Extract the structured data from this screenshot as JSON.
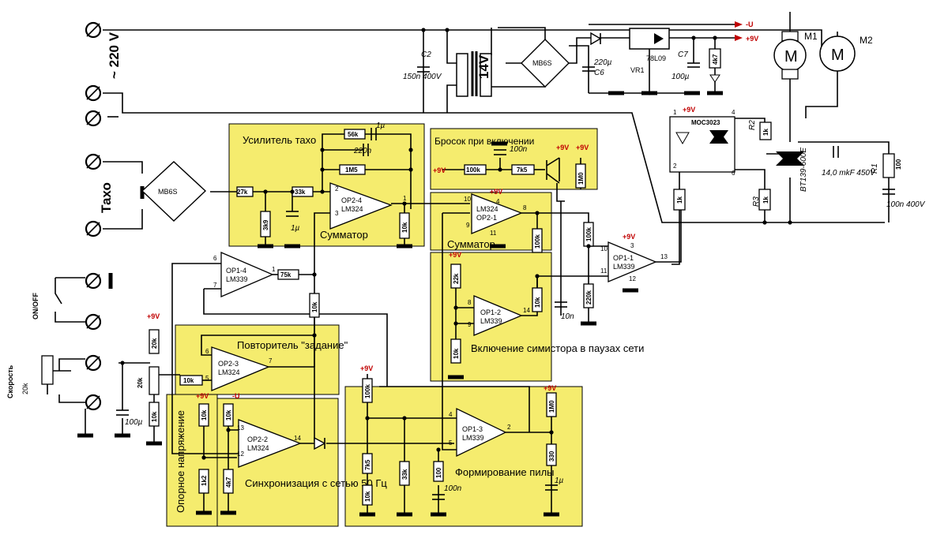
{
  "terminals": {
    "mains_label": "~ 220 V",
    "tacho_label": "Тахо",
    "onoff_label": "ON/OFF",
    "speed_label": "Скорость",
    "speed_pot": "20k"
  },
  "rails": {
    "plus9": "+9V",
    "minus_u": "-U",
    "plus9_out": "+9V"
  },
  "blocks": {
    "tacho_amp": "Усилитель тахо",
    "summator": "Сумматор",
    "inrush": "Бросок при включении",
    "summator2": "Сумматор",
    "triac_on": "Включение симистора в паузах сети",
    "follower": "Повторитель \"задание\"",
    "reference": "Опорное напряжение",
    "sync": "Синхронизация с сетью 50 Гц",
    "sawtooth": "Формирование пилы"
  },
  "opamps": {
    "op2_4": [
      "OP2-4",
      "LM324"
    ],
    "op2_1": [
      "LM324",
      "OP2-1"
    ],
    "op1_4": [
      "OP1-4",
      "LM339"
    ],
    "op1_1": [
      "OP1-1",
      "LM339"
    ],
    "op1_2": [
      "OP1-2",
      "LM339"
    ],
    "op2_3": [
      "OP2-3",
      "LM324"
    ],
    "op2_2": [
      "OP2-2",
      "LM324"
    ],
    "op1_3": [
      "OP1-3",
      "LM339"
    ]
  },
  "components": {
    "c2_name": "C2",
    "c2_value": "150n 400V",
    "transformer": "14V",
    "bridge1": "MB6S",
    "bridge2": "MB6S",
    "c6_value": "220µ",
    "c6_name": "C6",
    "vr1_chip": "78L09",
    "vr1_name": "VR1",
    "c7_name": "C7",
    "c7_value": "100µ",
    "led_res": "4k7",
    "m1": "M1",
    "m2": "M2",
    "moc": "MOC3023",
    "r2_name": "R2",
    "r2_value": "1k",
    "triac": "BT139-600E",
    "cap_triac": "14,0 mkF  450V",
    "r1_name": "R1",
    "r1_value": "100",
    "cap_r1": "100n  400V",
    "r3_name": "R3",
    "r3_value": "1k",
    "r_moc2": "1k",
    "r56k": "56k",
    "c1u_top": "1µ",
    "c220n": "220n",
    "r1m5": "1M5",
    "r27k": "27k",
    "r33k": "33k",
    "r3k9": "3k9",
    "c1u_tacho": "1µ",
    "r10k_out": "10k",
    "c100n_inrush": "100n",
    "r100k_inrush": "100k",
    "r7k5_inrush": "7k5",
    "r1m0_inrush": "1M0",
    "r100k_sum": "100k",
    "r100k_op11": "100k",
    "r220k": "220k",
    "c10n": "10n",
    "r22k": "22k",
    "r10k_op12": "10k",
    "r10k_op12b": "10k",
    "r75k": "75k",
    "r10k_mid": "10k",
    "r20k_ref": "20k",
    "r20k_pot": "20k",
    "r10k_pot": "10k",
    "r10k_low": "10k",
    "c100u": "100µ",
    "r10k_sync": "10k",
    "r1k2": "1k2",
    "r10k_sync2": "10k",
    "r4k7": "4k7",
    "r100k_saw": "100k",
    "r7k5_saw": "7k5",
    "r10k_saw": "10k",
    "r33k_saw": "33k",
    "r100_saw": "100",
    "c100n_saw": "100n",
    "r1m0_saw": "1M0",
    "r330": "330",
    "c1u_saw": "1µ"
  }
}
